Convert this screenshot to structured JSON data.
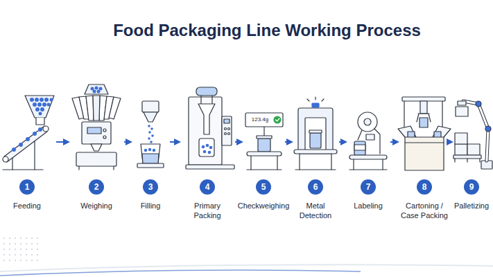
{
  "diagram": {
    "title": "Food Packaging Line Working Process",
    "nodes": [
      {
        "text": [
          "1",
          "Feeding"
        ]
      },
      {
        "text": [
          "2",
          "Weighing"
        ]
      },
      {
        "text": [
          "3",
          "Filling"
        ]
      },
      {
        "text": [
          "4",
          "Primary Packing"
        ]
      },
      {
        "text": [
          "5",
          "Checkweighing"
        ]
      },
      {
        "text": [
          "6",
          "Metal Detection"
        ]
      },
      {
        "text": [
          "7",
          "Labeling"
        ]
      },
      {
        "text": [
          "8",
          "Cartoning / Case Packing"
        ]
      },
      {
        "text": [
          "9",
          "Palletizing"
        ]
      }
    ],
    "edges": [
      {
        "from": 0,
        "to": 1,
        "arrow": "to"
      },
      {
        "from": 1,
        "to": 2,
        "arrow": "to"
      },
      {
        "from": 2,
        "to": 3,
        "arrow": "to"
      },
      {
        "from": 3,
        "to": 4,
        "arrow": "to"
      },
      {
        "from": 4,
        "to": 5,
        "arrow": "to"
      },
      {
        "from": 5,
        "to": 6,
        "arrow": "to"
      },
      {
        "from": 6,
        "to": 7,
        "arrow": "to"
      },
      {
        "from": 7,
        "to": 8,
        "arrow": "to"
      }
    ],
    "labels": [
      "123.4g"
    ]
  }
}
